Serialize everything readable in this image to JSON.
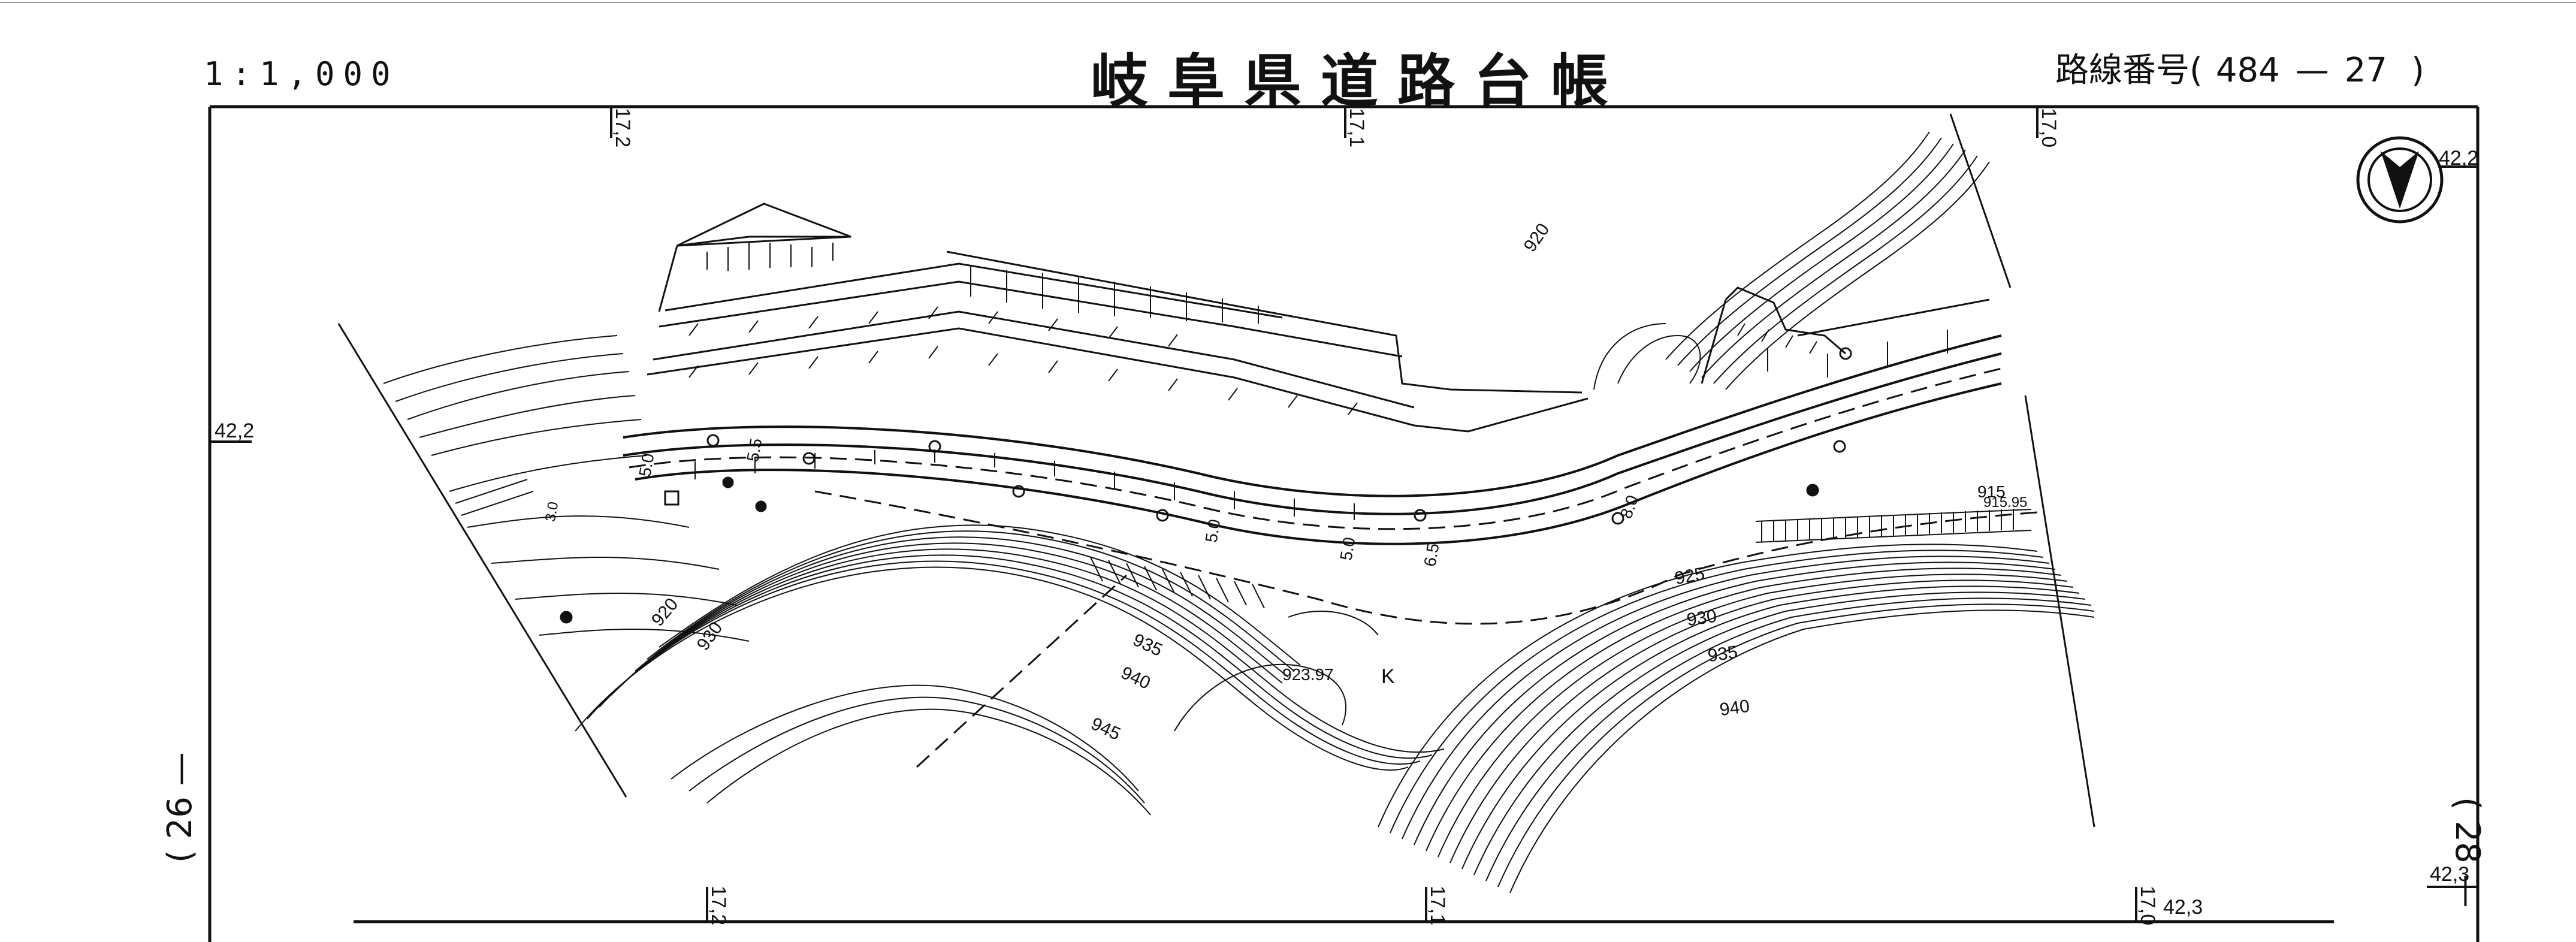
{
  "header": {
    "scale": "1:1,000",
    "title": "岐阜県道路台帳",
    "route_prefix": "路線番号",
    "route_open": "(",
    "route_major": "484",
    "route_dash": "—",
    "route_minor": "27",
    "route_close": ")"
  },
  "sheets": {
    "prev": "( 26 —",
    "next": "( 28 —"
  },
  "grid_labels": {
    "left_y": "42,2",
    "north_y": "42,2",
    "right_y": "42,3",
    "bottom_right_y": "42,3",
    "top_x1": "17,2",
    "top_x2": "17,1",
    "top_x3": "17,0",
    "bottom_x1": "17,2",
    "bottom_x2": "17,1",
    "bottom_x3": "17,0"
  },
  "contours": {
    "c915": "915",
    "c920": "920",
    "c920b": "920",
    "c925": "925",
    "c930": "930",
    "c930b": "930",
    "c935": "935",
    "c935b": "935",
    "c940": "940",
    "c940b": "940",
    "c945": "945"
  },
  "map_labels": {
    "elev_point": "923.97",
    "elev_point2": "915.95",
    "point_k": "K",
    "w50a": "5.0",
    "w55a": "5.5",
    "w50b": "5.0",
    "w50c": "5.0",
    "w80": "8.0",
    "w65": "6.5",
    "w30": "3.0"
  },
  "colors": {
    "ink": "#111111",
    "paper": "#ffffff"
  }
}
